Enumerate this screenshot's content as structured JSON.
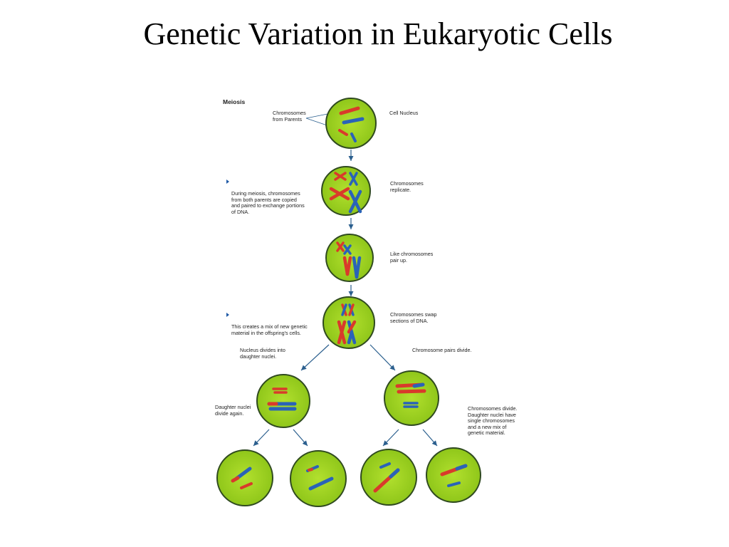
{
  "slide": {
    "title": "Genetic Variation in Eukaryotic Cells"
  },
  "figure": {
    "heading": "Meiosis",
    "labels": {
      "chromosomes_from_parents": "Chromosomes\nfrom Parents",
      "cell_nucleus": "Cell Nucleus",
      "during_meiosis": "During meiosis, chromosomes\nfrom both parents are copied\nand paired to exchange portions\nof DNA.",
      "chromosomes_replicate": "Chromosomes\nreplicate.",
      "like_chromosomes": "Like chromosomes\npair up.",
      "mix_new_genetic": "This creates a mix of new genetic\nmaterial in the offspring's cells.",
      "chromosomes_swap": "Chromosomes swap\nsections of DNA.",
      "nucleus_divides": "Nucleus divides into\ndaughter nuclei.",
      "pairs_divide": "Chromosome pairs divide.",
      "daughter_divide_again": "Daughter nuclei\ndivide again.",
      "chromosomes_divide": "Chromosomes divide.\nDaughter nuclei have\nsingle chromosomes\nand a new mix of\ngenetic material."
    }
  },
  "colors": {
    "cell_fill": "#9ad21c",
    "cell_border": "#2f4a1f",
    "maternal": "#d93a2b",
    "paternal": "#2a63b8",
    "arrow": "#2b5f8e",
    "bullet": "#1f5aa6"
  }
}
